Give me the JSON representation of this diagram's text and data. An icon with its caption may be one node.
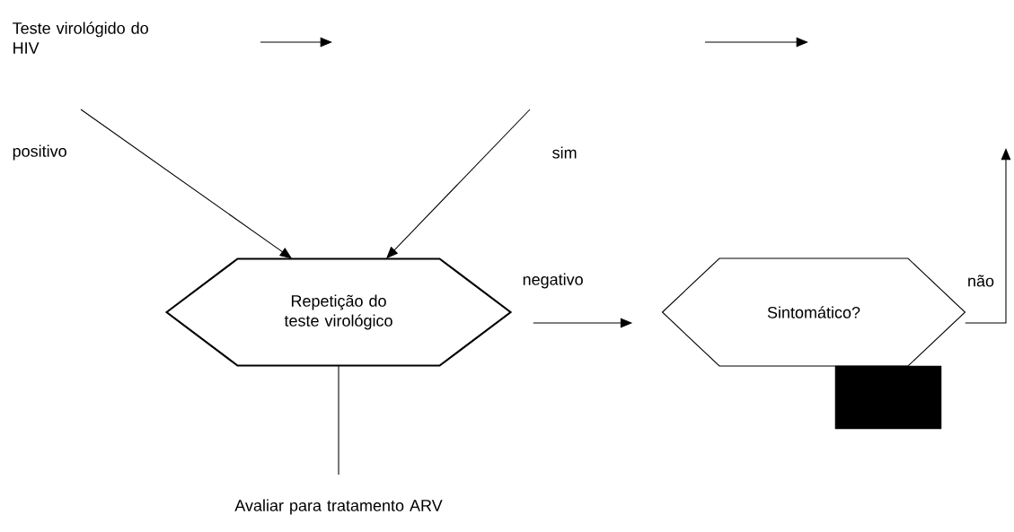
{
  "diagram": {
    "nodes": [
      {
        "text": [
          "Teste virológido do HIV"
        ]
      },
      {
        "text": [
          "Repetição do teste virológico"
        ]
      },
      {
        "text": [
          "Sintomático?"
        ]
      },
      {
        "text": [
          "Avaliar para tratamento ARV"
        ]
      },
      {
        "text": [],
        "shape": "box"
      }
    ],
    "edges": [
      {
        "from": null,
        "to": 1,
        "arrow": "to",
        "label": "positivo"
      },
      {
        "from": null,
        "to": 1,
        "arrow": "to",
        "label": "sim"
      },
      {
        "from": 1,
        "to": 2,
        "arrow": "to",
        "label": "negativo"
      },
      {
        "from": 2,
        "to": null,
        "arrow": "to",
        "label": "não"
      },
      {
        "from": 1,
        "to": 3,
        "arrow": "none"
      }
    ]
  }
}
